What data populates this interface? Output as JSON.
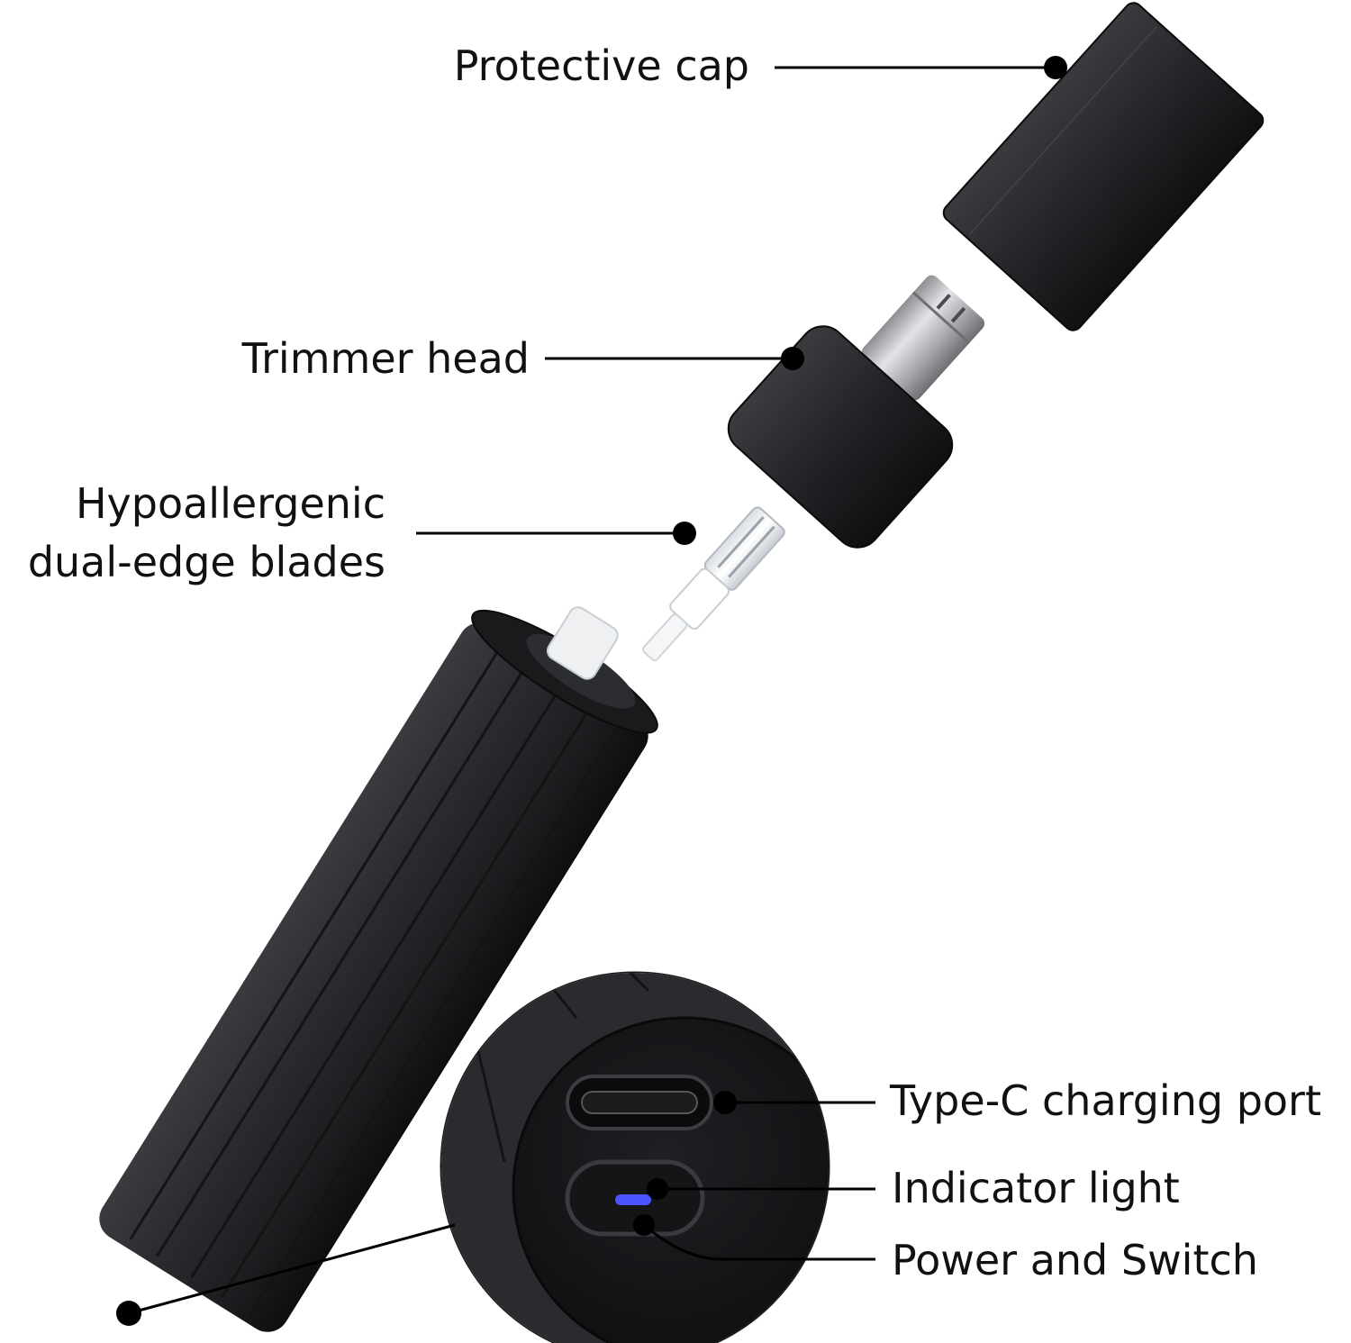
{
  "labels": {
    "protective_cap": "Protective cap",
    "trimmer_head": "Trimmer head",
    "blades_line1": "Hypoallergenic",
    "blades_line2": "dual-edge blades",
    "type_c_port": "Type-C charging port",
    "indicator_light": "Indicator light",
    "power_switch": "Power and Switch"
  },
  "colors": {
    "body": "#2b2b2e",
    "body_dark": "#141416",
    "metal": "#b9b9bd",
    "blade": "#f1f3f5",
    "indicator": "#4a55ff",
    "leader": "#000000"
  }
}
